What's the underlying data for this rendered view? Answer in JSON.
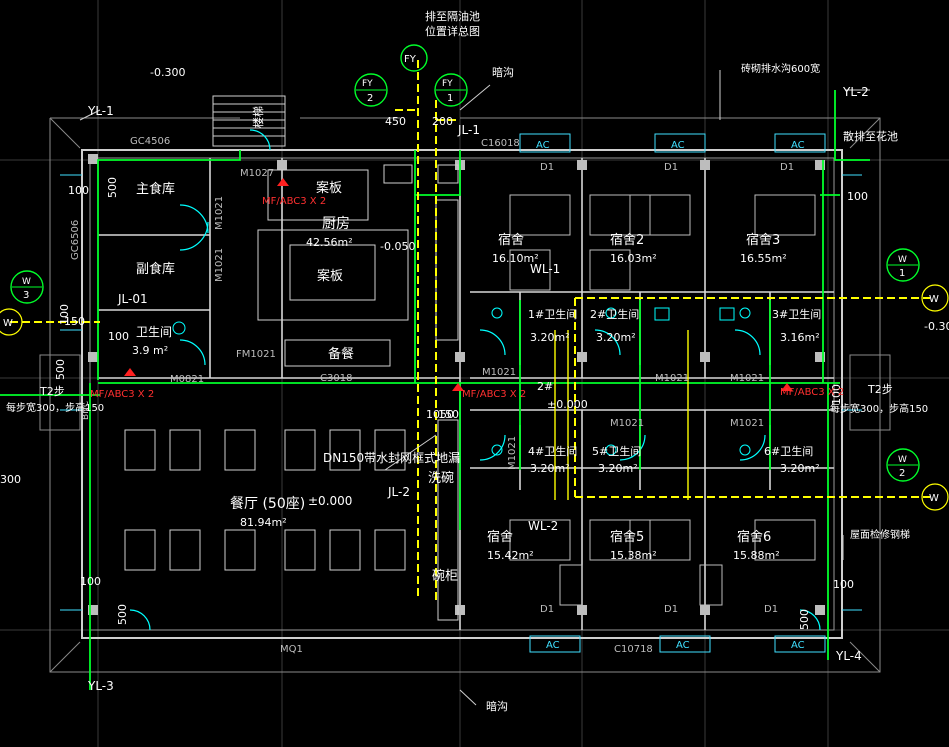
{
  "colors": {
    "background": "#000000",
    "wall": "#9a9a9a",
    "wall_inner": "#d8d8d8",
    "water_supply": "#00ff2a",
    "drain": "#ffff00",
    "fire": "#ff2020",
    "fixture": "#00ffff",
    "grid": "#00ff2a",
    "window": "#40e0ff",
    "text": "#ffffff"
  },
  "title_note": {
    "line1": "排至隔油池",
    "line2": "位置详总图"
  },
  "levels": {
    "outside_left": "-0.300",
    "outside_right": "-0.30",
    "outside_left2": "300",
    "kitchen": "-0.050",
    "corridor": "±0.000",
    "dining": "±0.000"
  },
  "axes": {
    "yl1": "YL-1",
    "yl2": "YL-2",
    "yl3": "YL-3",
    "yl4": "YL-4",
    "jl1": "JL-1",
    "jl01": "JL-01",
    "jl2": "JL-2",
    "wl1": "WL-1",
    "wl2": "WL-2"
  },
  "bubbles": {
    "fy": "FY",
    "fy2_top": "FY",
    "fy2_num": "2",
    "fy1_top": "FY",
    "fy1_num": "1",
    "w3_top": "W",
    "w3_num": "3",
    "w1_top": "W",
    "w1_num": "1",
    "w2_top": "W",
    "w2_num": "2",
    "w_left": "W",
    "w_right1": "W",
    "w_right2": "W"
  },
  "dims": {
    "d450": "450",
    "d200": "200",
    "d100a": "100",
    "d500a": "500",
    "d100b": "100",
    "d100c": "100",
    "d150": "150",
    "d1050": "1050",
    "d100d": "100",
    "d500b": "500",
    "d100e": "100",
    "d500c": "500",
    "d100f": "100",
    "d100g": "100",
    "d500d": "500",
    "d150b": "150"
  },
  "labels": {
    "gutter_top": "暗沟",
    "gutter_bottom": "暗沟",
    "drain_note": "砖砌排水沟600宽",
    "scatter_note": "散排至花池",
    "ladder": "楼梯",
    "steps_left": "T2步",
    "steps_left_note": "每步宽300，步高150",
    "steps_right": "T2步",
    "steps_right_note": "每步宽300，步高150",
    "roof_ladder": "屋面检修钢梯",
    "dn150": "DN150带水封网框式地漏",
    "bnc": "BNC",
    "gc4506": "GC4506",
    "gc6506": "GC6506",
    "c16018": "C16018",
    "c3018": "C3018",
    "c10718": "C10718",
    "mq1": "MQ1",
    "m1027": "M1027",
    "m1021a": "M1021",
    "m1021b": "M1021",
    "fm1021": "FM1021",
    "m0821": "M0821",
    "m1021c": "M1021",
    "m1021d": "M1021",
    "m1021e": "M1021",
    "m1021f": "M1021",
    "m1021g": "M1021",
    "m1021h": "M1021",
    "d1a": "D1",
    "d1b": "D1",
    "d1c": "D1",
    "d1d": "D1",
    "d1e": "D1",
    "d1f": "D1",
    "ac1": "AC",
    "ac2": "AC",
    "ac3": "AC",
    "ac4": "AC",
    "ac5": "AC",
    "ac6": "AC",
    "fire1": "MF/ABC3 X 2",
    "fire2": "MF/ABC3 X 2",
    "fire3": "MF/ABC3 X 2",
    "fire4": "MF/ABC3 X 2",
    "corridor_num": "2#"
  },
  "rooms": {
    "main_store": "主食库",
    "sub_store": "副食库",
    "toilet_small": "卫生间",
    "toilet_small_area": "3.9 m²",
    "kitchen": "厨房",
    "kitchen_area": "42.56m²",
    "counter1": "案板",
    "counter2": "案板",
    "prep": "备餐",
    "dining": "餐厅 (50座)",
    "dining_area": "81.94m²",
    "wash": "洗碗",
    "bowl_cabinet": "碗柜",
    "dorm1": "宿舍",
    "dorm1_area": "16.10m²",
    "dorm2": "宿舍2",
    "dorm2_area": "16.03m²",
    "dorm3": "宿舍3",
    "dorm3_area": "16.55m²",
    "dorm4": "宿舍",
    "dorm4_area": "15.42m²",
    "dorm5": "宿舍5",
    "dorm5_area": "15.38m²",
    "dorm6": "宿舍6",
    "dorm6_area": "15.88m²",
    "wc1": "1#卫生间",
    "wc1_area": "3.20m²",
    "wc2": "2#卫生间",
    "wc2_area": "3.20m²",
    "wc3": "3#卫生间",
    "wc3_area": "3.16m²",
    "wc4": "4#卫生间",
    "wc4_area": "3.20m²",
    "wc5": "5#卫生间",
    "wc5_area": "3.20m²",
    "wc6": "6#卫生间",
    "wc6_area": "3.20m²"
  }
}
